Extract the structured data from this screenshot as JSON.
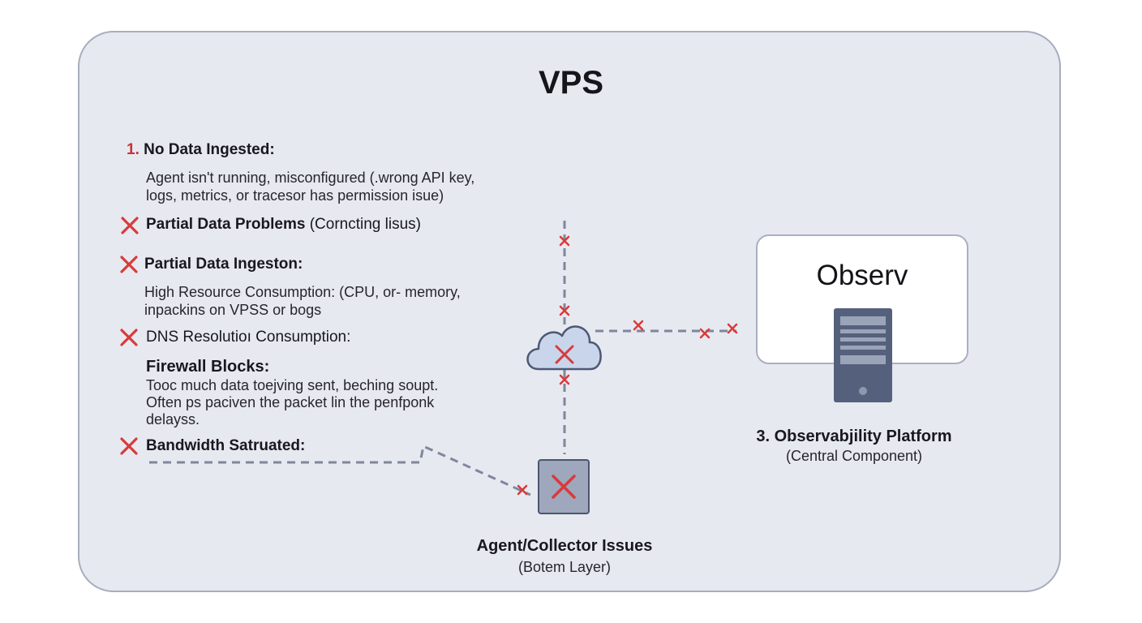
{
  "title": "VPS",
  "issues": {
    "no_data": {
      "number": "1.",
      "heading": "No Data Ingested:",
      "line1": "Agent isn't running, misconfigured (.wrong API key,",
      "line2": "logs, metrics, or tracesor has permission isue)"
    },
    "partial_problems": {
      "heading": "Partial Data Problems",
      "suffix": " (Corncting lisus)"
    },
    "partial_ingestion": {
      "heading": "Partial Data Ingeston:",
      "line1": "High Resource Consumption: (CPU, or- memory,",
      "line2": "inpackins on VPSS or bogs"
    },
    "dns": {
      "heading": "DNS Resolutioı Consumption:"
    },
    "firewall": {
      "heading": "Firewall Blocks:",
      "line1": "Tooc much data toejving sent, beching soupt.",
      "line2": "Often ps paciven the packet lin the penfponk",
      "line3": "delayss."
    },
    "bandwidth": {
      "heading": "Bandwidth Satruated:"
    }
  },
  "platform": {
    "box_label": "Observ",
    "caption": "3. Observabjility Platform",
    "sub_caption": "(Central Component)"
  },
  "agent": {
    "caption": "Agent/Collector Issues",
    "sub_caption": "(Botem Layer)"
  },
  "colors": {
    "panel_bg": "#e7e9f1",
    "panel_border": "#a8adbd",
    "error_red": "#d93a3a",
    "dash_line": "#7e879c",
    "cloud_fill": "#c9d5ea",
    "cloud_stroke": "#4d5872",
    "server_fill": "#55617c",
    "agent_fill": "#9ea7bb"
  },
  "icons": [
    "error-cross-icon",
    "cloud-icon",
    "server-icon"
  ]
}
